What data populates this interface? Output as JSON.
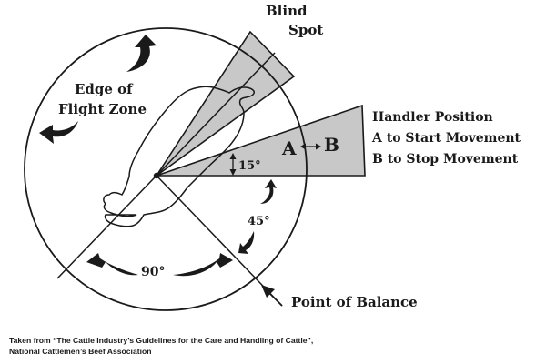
{
  "diagram": {
    "title": "Cattle flight zone and handler positions",
    "labels": {
      "blind_spot_line1": "Blind",
      "blind_spot_line2": "Spot",
      "flight_zone_line1": "Edge of",
      "flight_zone_line2": "Flight Zone",
      "handler_line1": "Handler Position",
      "handler_line2": "A to Start Movement",
      "handler_line3": "B to Stop Movement",
      "point_a": "A",
      "point_b": "B",
      "angle_handler": "15°",
      "angle_balance": "45°",
      "angle_rear": "90°",
      "point_of_balance": "Point of Balance"
    },
    "colors": {
      "wedge_fill": "#c8c8c8",
      "stroke": "#1a1a1a",
      "background": "#ffffff"
    }
  },
  "caption": {
    "line1": "Taken from “The Cattle Industry’s Guidelines for the Care and Handling of Cattle”,",
    "line2": "National Cattlemen’s Beef Association"
  }
}
